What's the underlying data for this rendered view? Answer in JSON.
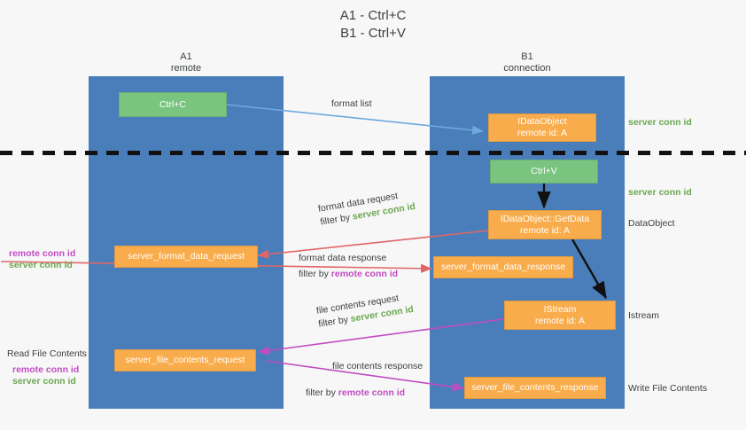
{
  "title": "A1 - Ctrl+C\nB1 - Ctrl+V",
  "lanes": [
    {
      "name": "A1",
      "sub": "remote"
    },
    {
      "name": "B1",
      "sub": "connection"
    }
  ],
  "boxes": {
    "ctrl_c": "Ctrl+C",
    "ctrl_v": "Ctrl+V",
    "idataobject": "IDataObject\nremote id: A",
    "getdata": "IDataObject::GetData\nremote id: A",
    "istream": "IStream\nremote id: A",
    "server_format_data_request": "server_format_data_request",
    "server_format_data_response": "server_format_data_response",
    "server_file_contents_request": "server_file_contents_request",
    "server_file_contents_response": "server_file_contents_response"
  },
  "right_labels": {
    "server_conn_id_top": "server conn id",
    "server_conn_id_mid": "server conn id",
    "dataobject": "DataObject",
    "istream": "Istream",
    "write_file_contents": "Write File Contents"
  },
  "left_labels": {
    "remote_conn_id_1": "remote conn id",
    "server_conn_id_1": "server conn id",
    "read_file_contents": "Read File Contents",
    "remote_conn_id_2": "remote conn id",
    "server_conn_id_2": "server conn id"
  },
  "edge_labels": {
    "format_list": "format list",
    "format_data_request": "format data request",
    "format_data_request_filter_prefix": "filter by ",
    "format_data_request_filter_value": "server conn id",
    "format_data_response": "format data response",
    "format_data_response_filter_prefix": "filter by ",
    "format_data_response_filter_value": "remote conn id",
    "file_contents_request": "file contents request",
    "file_contents_request_filter_prefix": "filter by ",
    "file_contents_request_filter_value": "server conn id",
    "file_contents_response": "file contents response",
    "file_contents_response_filter_prefix": "filter by ",
    "file_contents_response_filter_value": "remote conn id"
  },
  "colors": {
    "lane": "#4a7ebb",
    "green_box": "#79c47f",
    "orange_box": "#f9ac4b",
    "server_conn_id": "#6aa84f",
    "remote_conn_id": "#c24bc2",
    "arrow_blue": "#6fa8dc",
    "arrow_red": "#e06666",
    "arrow_magenta": "#c24bc2",
    "arrow_black": "#111111",
    "background": "#f7f7f7"
  }
}
